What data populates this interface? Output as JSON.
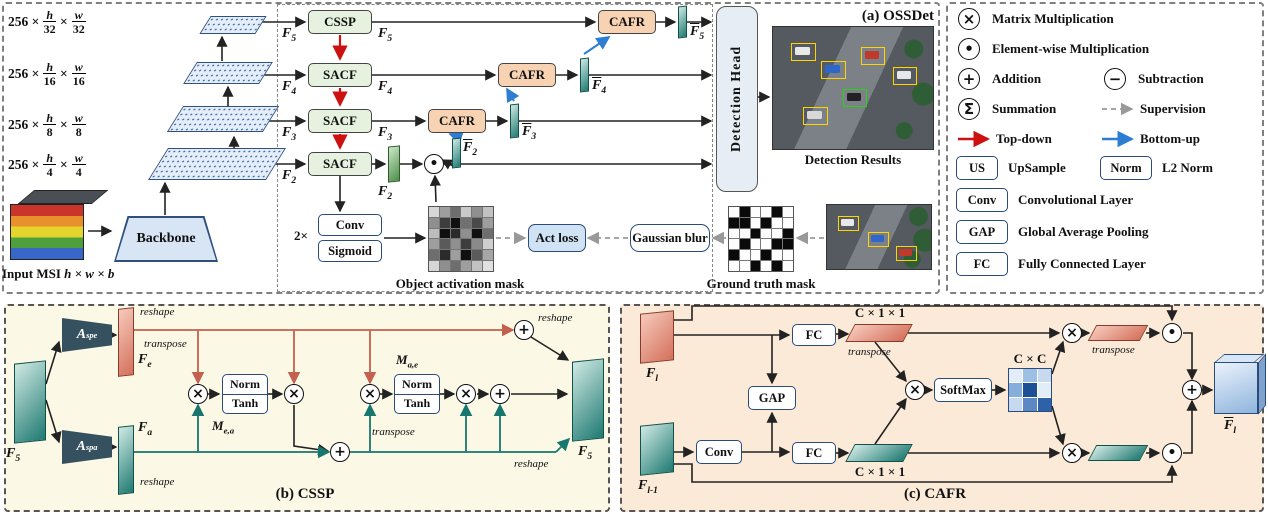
{
  "panel_a": {
    "title": "(a) OSSDet",
    "times": "×",
    "dims": [
      {
        "pre": "256 ×",
        "n1": "h",
        "d1": "32",
        "n2": "w",
        "d2": "32"
      },
      {
        "pre": "256 ×",
        "n1": "h",
        "d1": "16",
        "n2": "w",
        "d2": "16"
      },
      {
        "pre": "256 ×",
        "n1": "h",
        "d1": "8",
        "n2": "w",
        "d2": "8"
      },
      {
        "pre": "256 ×",
        "n1": "h",
        "d1": "4",
        "n2": "w",
        "d2": "4"
      }
    ],
    "input_msi": {
      "line1": "Input MSI",
      "dims": "h × w × b"
    },
    "backbone": "Backbone",
    "f5": {
      "base": "F",
      "sub": "5"
    },
    "f4": {
      "base": "F",
      "sub": "4"
    },
    "f3": {
      "base": "F",
      "sub": "3"
    },
    "f2": {
      "base": "F",
      "sub": "2"
    },
    "fb5": {
      "base": "F",
      "sub": "5"
    },
    "fb4": {
      "base": "F",
      "sub": "4"
    },
    "fb3": {
      "base": "F",
      "sub": "3"
    },
    "fb2": {
      "base": "F",
      "sub": "2"
    },
    "cssp": "CSSP",
    "sacf": "SACF",
    "cafr": "CAFR",
    "detection_head": "Detection Head",
    "detection_results": "Detection Results",
    "repeat": "2×",
    "conv": "Conv",
    "sigmoid": "Sigmoid",
    "activation_mask_label": "Object activation mask",
    "act_loss": "Act loss",
    "gaussian_blur": "Gaussian blur",
    "gt_mask_label": "Ground truth mask",
    "activation_mask_cells": [
      "#d6d6d6",
      "#9e9e9e",
      "#6e6e6e",
      "#c9c9c9",
      "#8f8f8f",
      "#c2c2c2",
      "#8f8f8f",
      "#3d3d3d",
      "#101010",
      "#707070",
      "#4a4a4a",
      "#9e9e9e",
      "#bdbdbd",
      "#101010",
      "#2b2b2b",
      "#8f8f8f",
      "#101010",
      "#6e6e6e",
      "#9e9e9e",
      "#5a5a5a",
      "#8f8f8f",
      "#3d3d3d",
      "#8a8a8a",
      "#cfcfcf",
      "#6e6e6e",
      "#2b2b2b",
      "#9e9e9e",
      "#101010",
      "#5a5a5a",
      "#a6a6a6",
      "#d6d6d6",
      "#8f8f8f",
      "#6e6e6e",
      "#9e9e9e",
      "#c2c2c2",
      "#e0e0e0"
    ],
    "gt_mask_cells": [
      0,
      1,
      0,
      0,
      1,
      0,
      1,
      1,
      0,
      1,
      0,
      0,
      0,
      0,
      1,
      0,
      0,
      1,
      0,
      1,
      0,
      0,
      1,
      1,
      1,
      0,
      0,
      1,
      0,
      0,
      0,
      0,
      1,
      0,
      1,
      0
    ]
  },
  "legend": {
    "matrix_multiplication": "Matrix Multiplication",
    "element_wise": "Element-wise Multiplication",
    "addition": "Addition",
    "subtraction": "Subtraction",
    "summation": "Summation",
    "supervision": "Supervision",
    "top_down": "Top-down",
    "bottom_up": "Bottom-up",
    "us": "US",
    "us_label": "UpSample",
    "norm": "Norm",
    "norm_label": "L2 Norm",
    "conv": "Conv",
    "conv_label": "Convolutional Layer",
    "gap": "GAP",
    "gap_label": "Global Average Pooling",
    "fc": "FC",
    "fc_label": "Fully Connected Layer"
  },
  "panel_b": {
    "title": "(b) CSSP",
    "f5_in": {
      "base": "F",
      "sub": "5"
    },
    "f5_out": {
      "base": "F",
      "sub": "5"
    },
    "a_spe": {
      "letter": "A",
      "sub": "spe"
    },
    "a_spa": {
      "letter": "A",
      "sub": "spa"
    },
    "f_e": {
      "base": "F",
      "sub": "e"
    },
    "f_a": {
      "base": "F",
      "sub": "a"
    },
    "m_ea": {
      "base": "M",
      "sub": "e,a"
    },
    "m_ae": {
      "base": "M",
      "sub": "a,e"
    },
    "norm": "Norm",
    "tanh": "Tanh",
    "reshape": "reshape",
    "transpose": "transpose"
  },
  "panel_c": {
    "title": "(c) CAFR",
    "f_l": {
      "base": "F",
      "sub": "l"
    },
    "f_l_prev": {
      "base": "F",
      "sub": "l-1"
    },
    "f_l_out": {
      "base": "F",
      "sub": "l"
    },
    "fc": "FC",
    "conv": "Conv",
    "gap": "GAP",
    "softmax": "SoftMax",
    "c11": "C × 1 × 1",
    "cc": "C × C",
    "transpose": "transpose",
    "heatmap_cells": [
      "#e3edf8",
      "#9dbfe4",
      "#c6d9ef",
      "#86aeda",
      "#1d4f94",
      "#e3edf8",
      "#c6d9ef",
      "#5d88c4",
      "#2d62a8"
    ]
  },
  "ops": {
    "otimes": "×",
    "odot": "•",
    "oplus": "+",
    "ominus": "−",
    "sigma": "Σ"
  }
}
